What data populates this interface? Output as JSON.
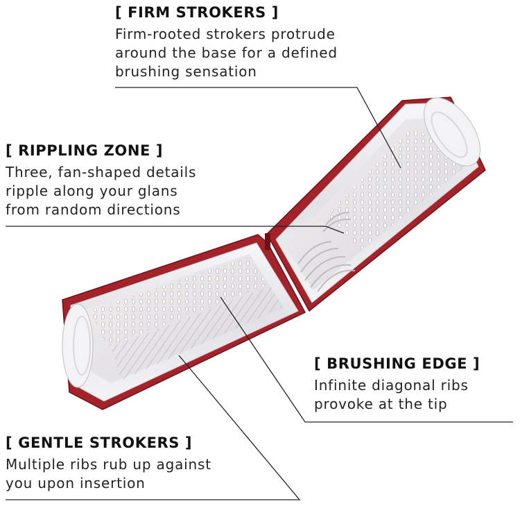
{
  "callouts": {
    "firm_strokers": {
      "title": "[ FIRM STROKERS ]",
      "lines": [
        "Firm-rooted strokers protrude",
        "around the base for a defined",
        "brushing sensation"
      ]
    },
    "rippling_zone": {
      "title": "[ RIPPLING ZONE ]",
      "lines": [
        "Three, fan-shaped details",
        "ripple along your glans",
        "from random directions"
      ]
    },
    "brushing_edge": {
      "title": "[ BRUSHING EDGE ]",
      "lines": [
        "Infinite diagonal ribs",
        "provoke at the tip"
      ]
    },
    "gentle_strokers": {
      "title": "[ GENTLE STROKERS ]",
      "lines": [
        "Multiple ribs rub up against",
        "you upon insertion"
      ]
    }
  },
  "colors": {
    "case_red": "#a4232b",
    "case_dark": "#6e1218",
    "sleeve": "#e9e9ec",
    "text": "#1a1a1a",
    "leader": "#222222"
  }
}
